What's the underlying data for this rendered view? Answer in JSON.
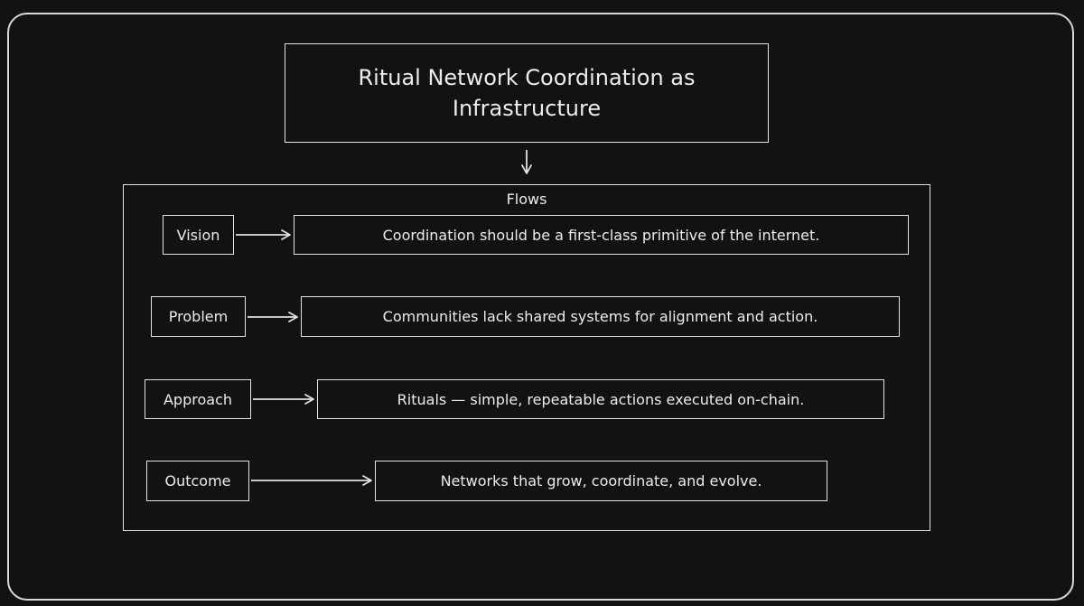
{
  "diagram": {
    "title": "Ritual Network  Coordination as Infrastructure",
    "group_label": "Flows",
    "rows": [
      {
        "label": "Vision",
        "text": "Coordination should be a first-class primitive of the internet."
      },
      {
        "label": "Problem",
        "text": "Communities lack shared systems for alignment and action."
      },
      {
        "label": "Approach",
        "text": "Rituals — simple, repeatable actions executed on-chain."
      },
      {
        "label": "Outcome",
        "text": "Networks that grow, coordinate, and evolve."
      }
    ]
  },
  "colors": {
    "background": "#121212",
    "stroke": "#e2e2e2",
    "text": "#ececec"
  }
}
